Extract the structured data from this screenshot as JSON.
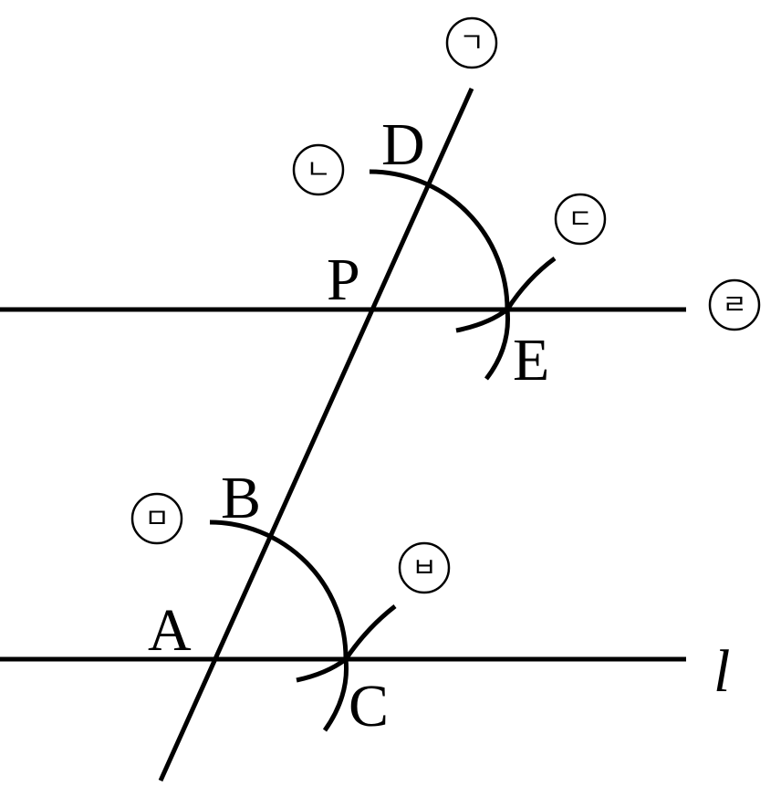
{
  "points": {
    "A": "A",
    "B": "B",
    "C": "C",
    "D": "D",
    "E": "E",
    "P": "P"
  },
  "line_label": "l",
  "steps": [
    "ㄱ",
    "ㄴ",
    "ㄷ",
    "ㄹ",
    "ㅁ",
    "ㅂ"
  ]
}
